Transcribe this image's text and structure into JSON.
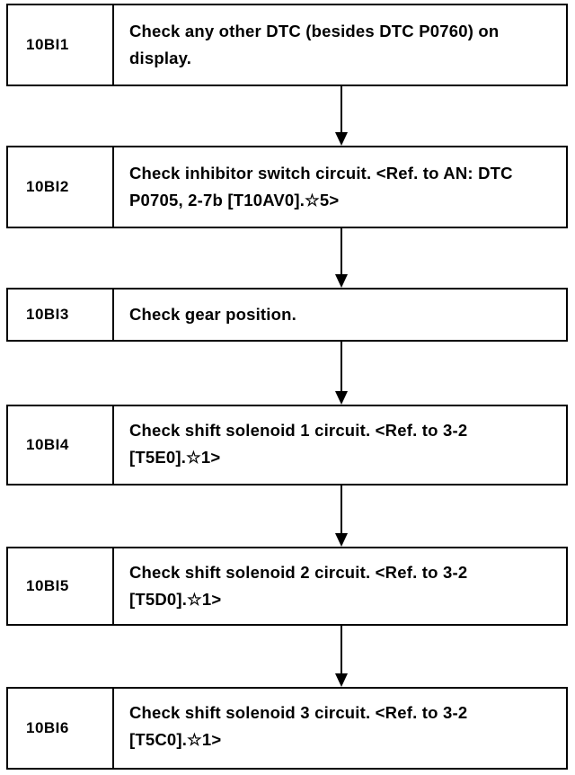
{
  "steps": [
    {
      "code": "10BI1",
      "text": "Check any other DTC (besides DTC P0760) on display."
    },
    {
      "code": "10BI2",
      "text": "Check inhibitor switch circuit. <Ref. to AN: DTC P0705, 2-7b [T10AV0].☆5>"
    },
    {
      "code": "10BI3",
      "text": "Check gear position."
    },
    {
      "code": "10BI4",
      "text": "Check shift solenoid 1 circuit. <Ref. to 3-2 [T5E0].☆1>"
    },
    {
      "code": "10BI5",
      "text": "Check shift solenoid 2 circuit. <Ref. to 3-2 [T5D0].☆1>"
    },
    {
      "code": "10BI6",
      "text": "Check shift solenoid 3 circuit. <Ref. to 3-2 [T5C0].☆1>"
    }
  ]
}
